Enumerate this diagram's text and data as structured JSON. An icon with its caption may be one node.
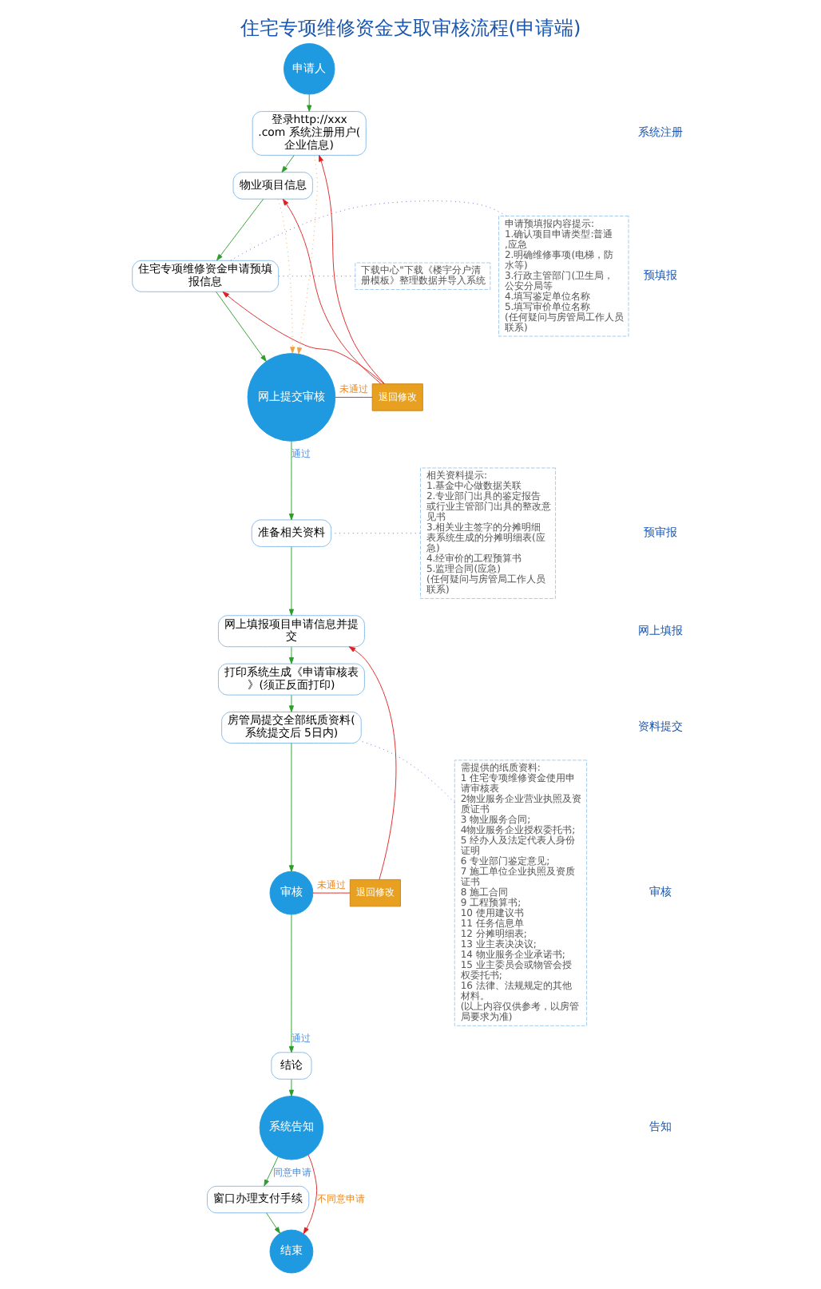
{
  "diagram": {
    "title": "住宅专项维修资金支取审核流程(申请端)",
    "nodes": [
      {
        "text": [
          "申请人"
        ]
      },
      {
        "text": [
          "登录http://xxx.com 系统注册用户(企业信息)"
        ]
      },
      {
        "text": [
          "物业项目信息"
        ]
      },
      {
        "text": [
          "住宅专项维修资金申请预填报信息"
        ]
      },
      {
        "text": [
          "下载中心\"下载《楼宇分户清册模板》整理数据并导入系统"
        ]
      },
      {
        "text": [
          "申请预填报内容提示:",
          "1.确认项目申请类型:普通,应急",
          "2.明确维修事项(电梯，防水等)",
          "3.行政主管部门(卫生局，公安分局等",
          "4.填写鉴定单位名称",
          "5.填写审价单位名称",
          "(任何疑问与房管局工作人员联系)"
        ]
      },
      {
        "text": [
          "网上提交审核"
        ]
      },
      {
        "text": [
          "准备相关资料"
        ]
      },
      {
        "text": [
          "相关资料提示:",
          "1.基金中心做数据关联",
          "2.专业部门出具的鉴定报告或行业主管部门出具的整改意见书",
          "3.相关业主签字的分摊明细表系统生成的分摊明细表(应急)",
          "4.经审价的工程预算书",
          "5.监理合同(应急)",
          "(任何疑问与房管局工作人员联系)"
        ]
      },
      {
        "text": [
          "网上填报项目申请信息并提交"
        ]
      },
      {
        "text": [
          "打印系统生成《申请审核表》(须正反面打印)"
        ]
      },
      {
        "text": [
          "房管局提交全部纸质资料(系统提交后 5日内)"
        ]
      },
      {
        "text": [
          "审核"
        ]
      },
      {
        "text": [
          "需提供的纸质资料:",
          "1 住宅专项维修资金使用申请审核表",
          "2物业服务企业营业执照及资质证书",
          "3 物业服务合同;",
          "4物业服务企业授权委托书;",
          "5 经办人及法定代表人身份证明",
          "6 专业部门鉴定意见;",
          "7 施工单位企业执照及资质证书",
          "8 施工合同",
          "9 工程预算书;",
          "10 使用建议书",
          "11 任务信息单",
          "12 分摊明细表;",
          "13 业主表决决议;",
          "14 物业服务企业承诺书;",
          "15 业主委员会或物管会授权委托书;",
          "16 法律、法规规定的其他材料。",
          "(以上内容仅供参考，以房管局要求为准)"
        ]
      },
      {
        "text": [
          "结论"
        ]
      },
      {
        "text": [
          "系统告知"
        ]
      },
      {
        "text": [
          "窗口办理支付手续"
        ]
      },
      {
        "text": [
          "结束"
        ]
      },
      {
        "text": [
          "退回修改"
        ]
      },
      {
        "text": [
          "退回修改"
        ]
      }
    ],
    "edges": [
      {
        "from": 0,
        "to": 1,
        "arrow": "to"
      },
      {
        "from": 1,
        "to": 2,
        "arrow": "to"
      },
      {
        "from": 2,
        "to": 3,
        "arrow": "to"
      },
      {
        "from": 3,
        "to": 6,
        "arrow": "to"
      },
      {
        "from": 1,
        "to": 6,
        "arrow": "to",
        "style": "dashed",
        "color": "#f0a040"
      },
      {
        "from": 2,
        "to": 6,
        "arrow": "to",
        "style": "dashed",
        "color": "#f0a040"
      },
      {
        "from": 4,
        "to": 3,
        "arrow": "none",
        "style": "dashed",
        "color": "#6a5acd"
      },
      {
        "from": 5,
        "to": 3,
        "arrow": "none",
        "style": "dashed",
        "color": "#6a5acd"
      },
      {
        "from": 6,
        "to": 18,
        "arrow": "none",
        "label": "未通过",
        "color": "#e02020"
      },
      {
        "from": 18,
        "to": 1,
        "arrow": "to",
        "color": "#e02020"
      },
      {
        "from": 18,
        "to": 2,
        "arrow": "to",
        "color": "#e02020"
      },
      {
        "from": 18,
        "to": 3,
        "arrow": "to",
        "color": "#e02020"
      },
      {
        "from": 6,
        "to": 7,
        "arrow": "to",
        "label": "通过"
      },
      {
        "from": 8,
        "to": 7,
        "arrow": "none",
        "style": "dashed",
        "color": "#6a5acd"
      },
      {
        "from": 7,
        "to": 9,
        "arrow": "to"
      },
      {
        "from": 9,
        "to": 10,
        "arrow": "to"
      },
      {
        "from": 10,
        "to": 11,
        "arrow": "to"
      },
      {
        "from": 13,
        "to": 11,
        "arrow": "none",
        "style": "dashed",
        "color": "#6a5acd"
      },
      {
        "from": 11,
        "to": 12,
        "arrow": "to"
      },
      {
        "from": 12,
        "to": 19,
        "arrow": "none",
        "label": "未通过",
        "color": "#e02020"
      },
      {
        "from": 19,
        "to": 9,
        "arrow": "to",
        "color": "#e02020"
      },
      {
        "from": 12,
        "to": 14,
        "arrow": "to",
        "label": "通过"
      },
      {
        "from": 14,
        "to": 15,
        "arrow": "to"
      },
      {
        "from": 15,
        "to": 16,
        "arrow": "to",
        "label": "同意申请"
      },
      {
        "from": 15,
        "to": 17,
        "arrow": "to",
        "label": "不同意申请",
        "color": "#e02020"
      },
      {
        "from": 16,
        "to": 17,
        "arrow": "to"
      }
    ],
    "labels": [
      "系统注册",
      "预填报",
      "预审报",
      "网上填报",
      "资料提交",
      "审核",
      "告知"
    ]
  }
}
